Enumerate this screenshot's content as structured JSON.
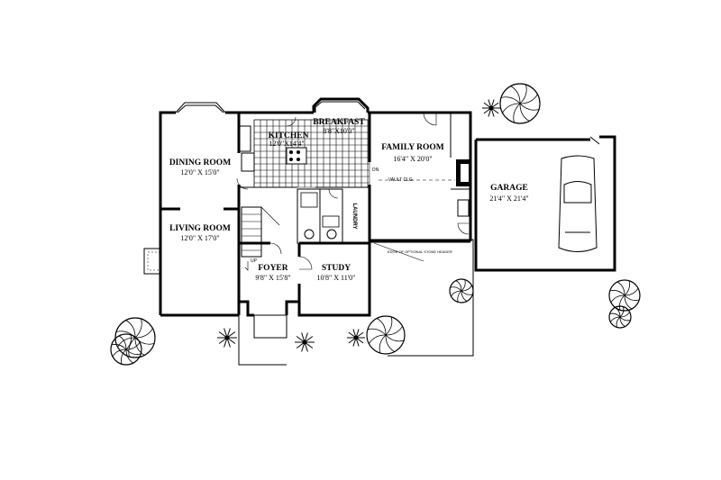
{
  "rooms": {
    "dining": {
      "name": "DINING  ROOM",
      "size": "12'0\" X 15'0\""
    },
    "living": {
      "name": "LIVING  ROOM",
      "size": "12'0\" X 17'0\""
    },
    "kitchen": {
      "name": "KITCHEN",
      "size": "12'0\"X14'4\""
    },
    "breakfast": {
      "name": "BREAKFAST",
      "size": "8'8\"X10'0\""
    },
    "family": {
      "name": "FAMILY  ROOM",
      "size": "16'4\" X 20'0\""
    },
    "garage": {
      "name": "GARAGE",
      "size": "21'4\" X 21'4\""
    },
    "foyer": {
      "name": "FOYER",
      "size": "9'8\" X 15'8\""
    },
    "study": {
      "name": "STUDY",
      "size": "10'8\" X 11'0\""
    },
    "laundry": {
      "name": "LAUNDRY"
    }
  },
  "notes": {
    "vault": "VAULT CLG.",
    "dn": "DN",
    "up": "UP",
    "porch": "EDGE OF OPTIONAL STONE HEADER"
  }
}
